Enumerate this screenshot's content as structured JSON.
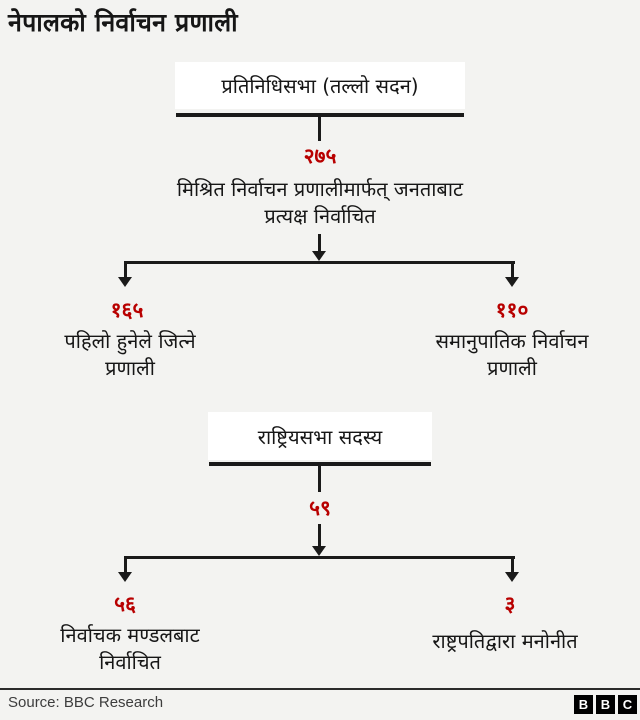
{
  "page": {
    "title": "नेपालको निर्वाचन प्रणाली",
    "background_color": "#f3f3f1",
    "accent_red": "#b80000",
    "line_color": "#1a1a1a"
  },
  "lower_house": {
    "box_label": "प्रतिनिधिसभा (तल्लो सदन)",
    "total_seats": "२७५",
    "description_line1": "मिश्रित निर्वाचन प्रणालीमार्फत् जनताबाट",
    "description_line2": "प्रत्यक्ष निर्वाचित",
    "left_branch": {
      "value": "१६५",
      "label_line1": "पहिलो हुनेले जित्ने",
      "label_line2": "प्रणाली"
    },
    "right_branch": {
      "value": "११०",
      "label_line1": "समानुपातिक निर्वाचन",
      "label_line2": "प्रणाली"
    }
  },
  "national_assembly": {
    "box_label": "राष्ट्रियसभा सदस्य",
    "total_seats": "५९",
    "left_branch": {
      "value": "५६",
      "label_line1": "निर्वाचक मण्डलबाट",
      "label_line2": "निर्वाचित"
    },
    "right_branch": {
      "value": "३",
      "label_line1": "राष्ट्रपतिद्वारा मनोनीत"
    }
  },
  "footer": {
    "source": "Source: BBC Research",
    "logo_letters": [
      "B",
      "B",
      "C"
    ]
  }
}
